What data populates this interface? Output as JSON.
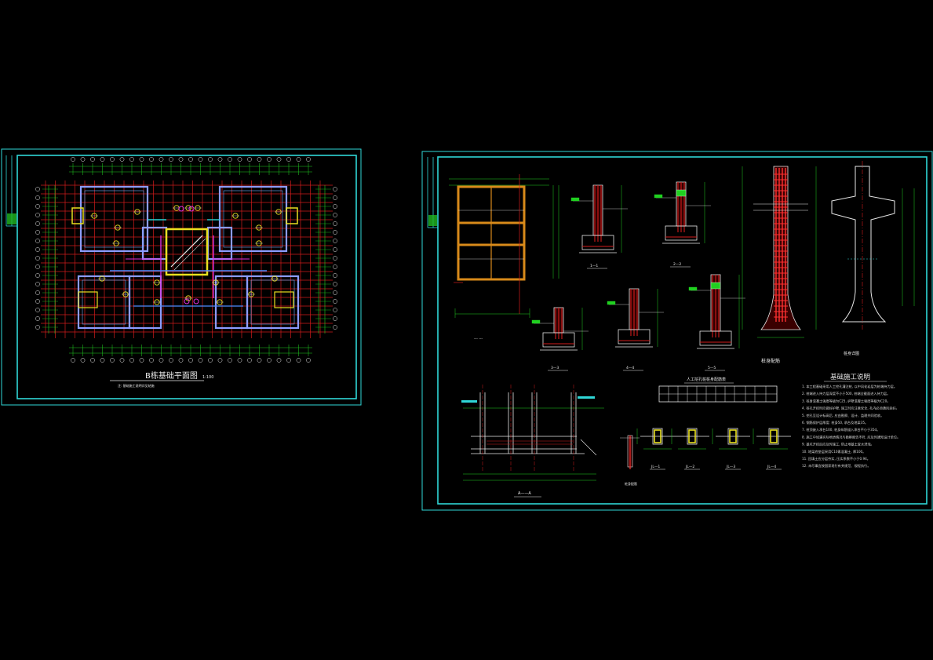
{
  "colors": {
    "background": "#000000",
    "frame": "#2fd7d7",
    "grid_red": "#d21c1c",
    "wall_blue": "#8c9cff",
    "dim_green": "#20d020",
    "yellow": "#e8e020",
    "magenta": "#e030e0",
    "white": "#e8e8e8",
    "orange": "#d88a1a"
  },
  "sheet_left": {
    "plan_title": "B栋基础平面图",
    "plan_scale": "1:100",
    "plan_note": "注: 基础施工说明详见结施"
  },
  "sheet_right": {
    "notes_title": "基础施工说明",
    "table_title": "人工挖孔桩桩身配筋表",
    "detail_labels": [
      "1—1",
      "2—2",
      "3—3",
      "4—4",
      "5—5",
      "A——A",
      "桩身配筋",
      "桩身详图"
    ],
    "ground_beam_labels": [
      "JL—1",
      "JL—2",
      "JL—3",
      "JL—4"
    ],
    "notes_lines": [
      "1. 本工程基础采用人工挖孔灌注桩, 以中风化岩层为桩端持力层。",
      "2. 桩端进入持力层深度不小于500, 桩端全截面进入持力层。",
      "3. 桩身混凝土强度等级为C25, 护壁混凝土强度等级为C20。",
      "4. 桩孔开挖时应做好护壁, 施工时应注意安全, 孔内必须通风良好。",
      "5. 挖孔至设计标高后, 应由勘察、设计、监理共同验收。",
      "6. 钢筋保护层厚度: 桩身50, 承台及地梁35。",
      "7. 桩顶嵌入承台100, 桩身纵筋锚入承台不小于35d。",
      "8. 施工中如遇实际地质情况与勘察报告不符, 应及时通知设计单位。",
      "9. 基坑开挖后应及时施工, 防止地基土受水浸泡。",
      "10. 地梁底垫层采用C10素混凝土, 厚100。",
      "11. 回填土应分层夯实, 压实系数不小于0.94。",
      "12. 未尽事宜按国家现行有关规范、规程执行。"
    ]
  }
}
